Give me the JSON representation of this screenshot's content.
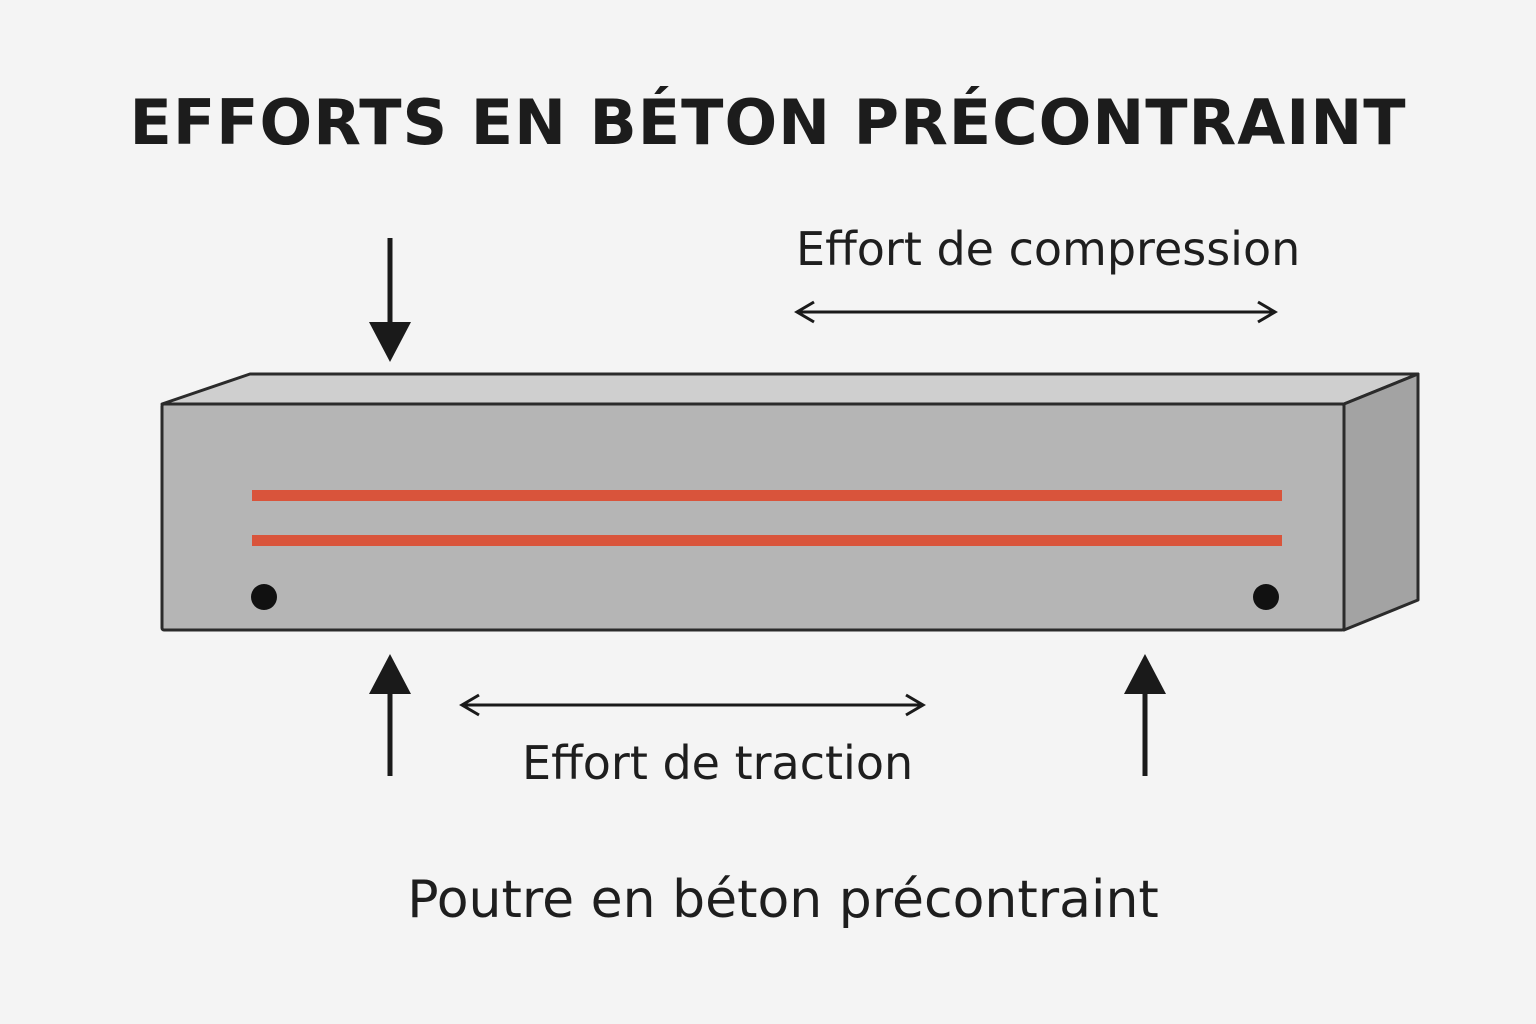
{
  "title": "EFFORTS EN BÉTON PRÉCONTRAINT",
  "labels": {
    "compression": "Effort de compression",
    "traction": "Effort de traction",
    "caption": "Poutre en béton précontraint"
  },
  "colors": {
    "background": "#f4f4f4",
    "beam_front": "#b5b5b5",
    "beam_top": "#cfcfcf",
    "beam_side": "#a3a3a3",
    "tendon": "#d9543b",
    "outline": "#2b2b2b",
    "arrow": "#1a1a1a"
  }
}
